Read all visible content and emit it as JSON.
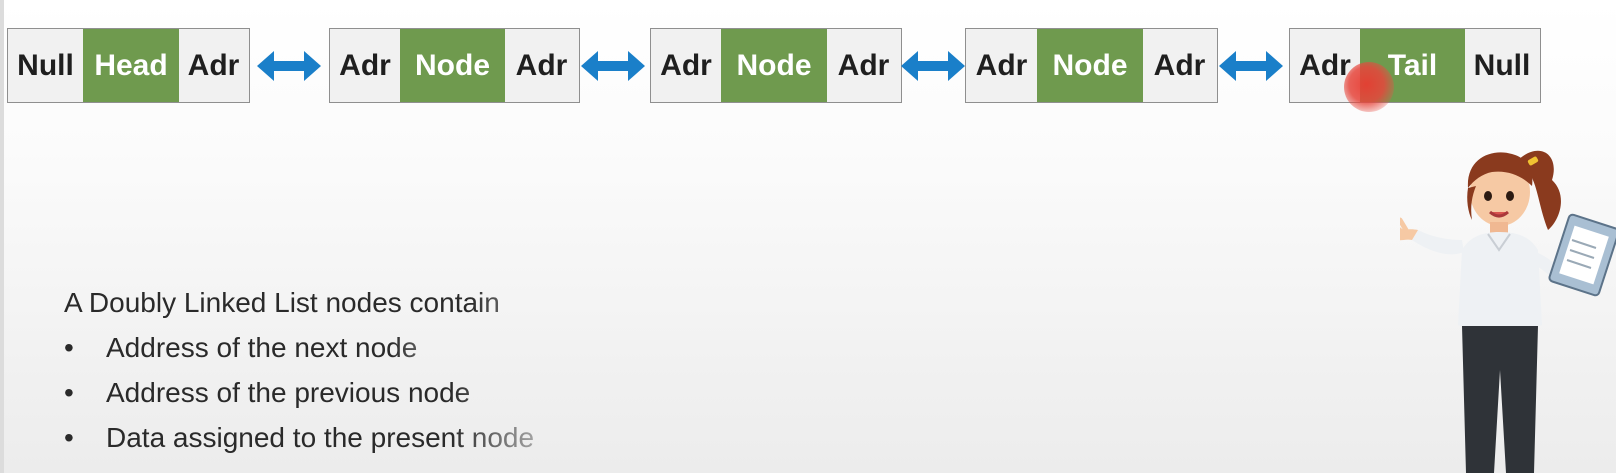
{
  "nodes": [
    {
      "left": "Null",
      "data": "Head",
      "right": "Adr"
    },
    {
      "left": "Adr",
      "data": "Node",
      "right": "Adr"
    },
    {
      "left": "Adr",
      "data": "Node",
      "right": "Adr"
    },
    {
      "left": "Adr",
      "data": "Node",
      "right": "Adr"
    },
    {
      "left": "Adr",
      "data": "Tail",
      "right": "Null"
    }
  ],
  "text": {
    "intro": "A Doubly Linked List nodes contain",
    "bullets": [
      "Address of the next node",
      "Address of the previous node",
      "Data assigned to the present node"
    ]
  },
  "colors": {
    "data_cell": "#6f9a4e",
    "pointer_cell": "#f1f1f1",
    "arrow": "#1a7fc9",
    "cursor": "#e8433a"
  },
  "icons": {
    "link_arrow": "double-headed-arrow",
    "presenter": "woman-presenter-illustration"
  }
}
